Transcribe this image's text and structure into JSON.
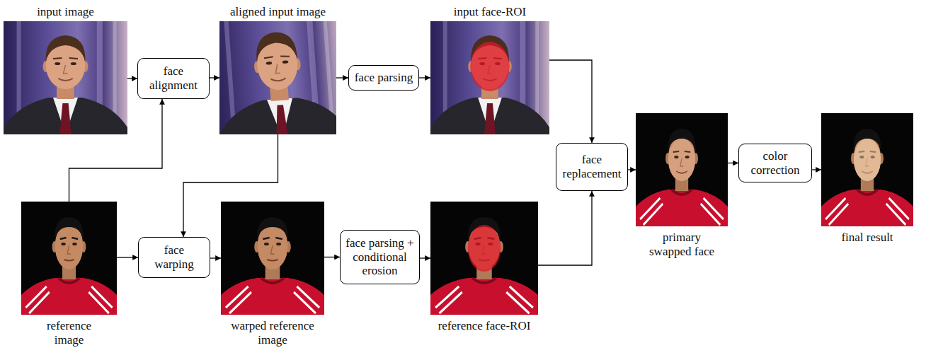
{
  "diagram": {
    "nodes": [
      {
        "text": [
          "input image"
        ]
      },
      {
        "text": [
          "face alignment"
        ]
      },
      {
        "text": [
          "aligned input image"
        ]
      },
      {
        "text": [
          "face parsing"
        ]
      },
      {
        "text": [
          "input face-ROI"
        ]
      },
      {
        "text": [
          "reference image"
        ]
      },
      {
        "text": [
          "face warping"
        ]
      },
      {
        "text": [
          "warped reference image"
        ]
      },
      {
        "text": [
          "face parsing + conditional erosion"
        ]
      },
      {
        "text": [
          "reference face-ROI"
        ]
      },
      {
        "text": [
          "face replacement"
        ]
      },
      {
        "text": [
          "primary swapped face"
        ]
      },
      {
        "text": [
          "color correction"
        ]
      },
      {
        "text": [
          "final result"
        ]
      }
    ],
    "edges": [
      {
        "from": 0,
        "to": 1,
        "arrow": "to"
      },
      {
        "from": 1,
        "to": 2,
        "arrow": "to"
      },
      {
        "from": 2,
        "to": 3,
        "arrow": "to"
      },
      {
        "from": 3,
        "to": 4,
        "arrow": "to"
      },
      {
        "from": 5,
        "to": 1,
        "arrow": "to"
      },
      {
        "from": 2,
        "to": 6,
        "arrow": "to"
      },
      {
        "from": 5,
        "to": 6,
        "arrow": "to"
      },
      {
        "from": 6,
        "to": 7,
        "arrow": "to"
      },
      {
        "from": 7,
        "to": 8,
        "arrow": "to"
      },
      {
        "from": 8,
        "to": 9,
        "arrow": "to"
      },
      {
        "from": 4,
        "to": 10,
        "arrow": "to"
      },
      {
        "from": 9,
        "to": 10,
        "arrow": "to"
      },
      {
        "from": 10,
        "to": 11,
        "arrow": "to"
      },
      {
        "from": 11,
        "to": 12,
        "arrow": "to"
      },
      {
        "from": 12,
        "to": 13,
        "arrow": "to"
      }
    ]
  }
}
